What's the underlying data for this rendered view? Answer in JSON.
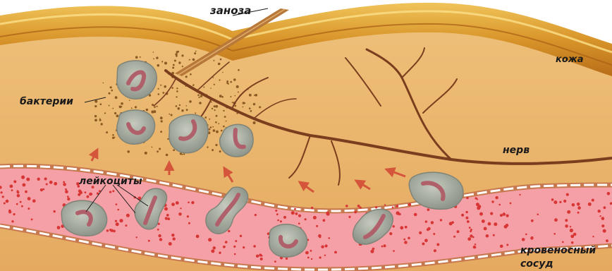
{
  "labels": {
    "splinter": "заноза",
    "skin": "кожа",
    "bacteria": "бактерии",
    "nerve": "нерв",
    "leukocytes": "лейкоциты",
    "vessel_line1": "кровеносный",
    "vessel_line2": "сосуд"
  },
  "colors": {
    "tissue": "#e9b66e",
    "skin_outer": "#d49a2c",
    "skin_band": "#c97e1a",
    "vessel_fill": "#f4a0a6",
    "vessel_wall": "#c7784e",
    "blood_dot": "#d83535",
    "nerve": "#7a3e1e",
    "cell_body": "#a9aea2",
    "cell_nucleus": "#b0606a",
    "arrow": "#d4553a",
    "bacteria_dot": "#8a5a22"
  }
}
